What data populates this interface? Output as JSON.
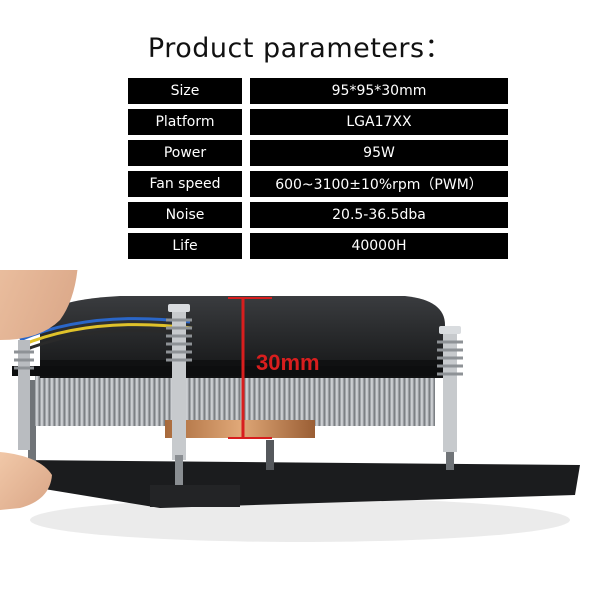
{
  "title": "Product parameters：",
  "parameters": [
    {
      "label": "Size",
      "value": "95*95*30mm"
    },
    {
      "label": "Platform",
      "value": "LGA17XX"
    },
    {
      "label": "Power",
      "value": "95W"
    },
    {
      "label": "Fan speed",
      "value": "600~3100±10%rpm（PWM）"
    },
    {
      "label": "Noise",
      "value": "20.5-36.5dba"
    },
    {
      "label": "Life",
      "value": "40000H"
    }
  ],
  "dimension_label": "30mm",
  "colors": {
    "table_background": "#000000",
    "table_text": "#ffffff",
    "dimension": "#d81e1e",
    "heatsink": "#b8bcc0",
    "copper": "#c88a5a"
  },
  "icons": [
    "cpu-cooler-photo",
    "hand-photo"
  ]
}
